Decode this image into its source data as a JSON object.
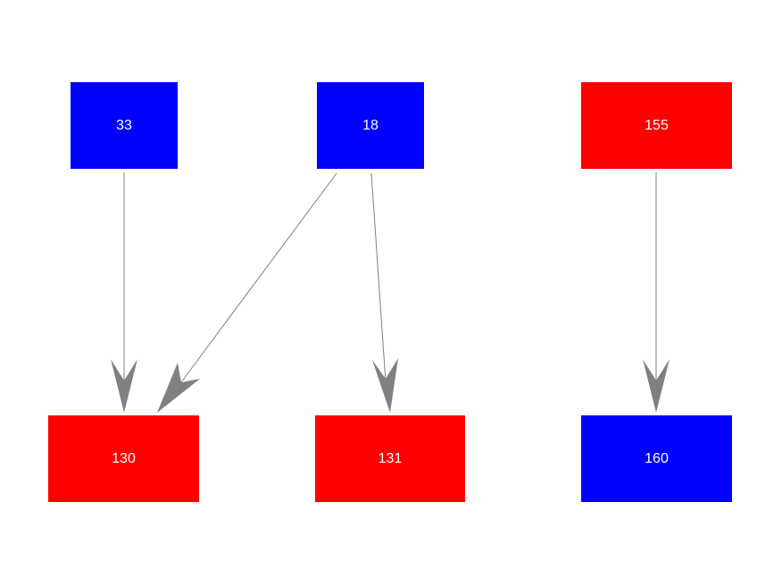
{
  "colors": {
    "blue": "#0000ff",
    "red": "#ff0000",
    "edge": "#808080",
    "label": "#ffffff"
  },
  "nodes": [
    {
      "id": "33",
      "label": "33",
      "color": "blue"
    },
    {
      "id": "18",
      "label": "18",
      "color": "blue"
    },
    {
      "id": "155",
      "label": "155",
      "color": "red"
    },
    {
      "id": "130",
      "label": "130",
      "color": "red"
    },
    {
      "id": "131",
      "label": "131",
      "color": "red"
    },
    {
      "id": "160",
      "label": "160",
      "color": "blue"
    }
  ],
  "edges": [
    {
      "from": "33",
      "to": "130"
    },
    {
      "from": "18",
      "to": "130"
    },
    {
      "from": "18",
      "to": "131"
    },
    {
      "from": "155",
      "to": "160"
    }
  ]
}
